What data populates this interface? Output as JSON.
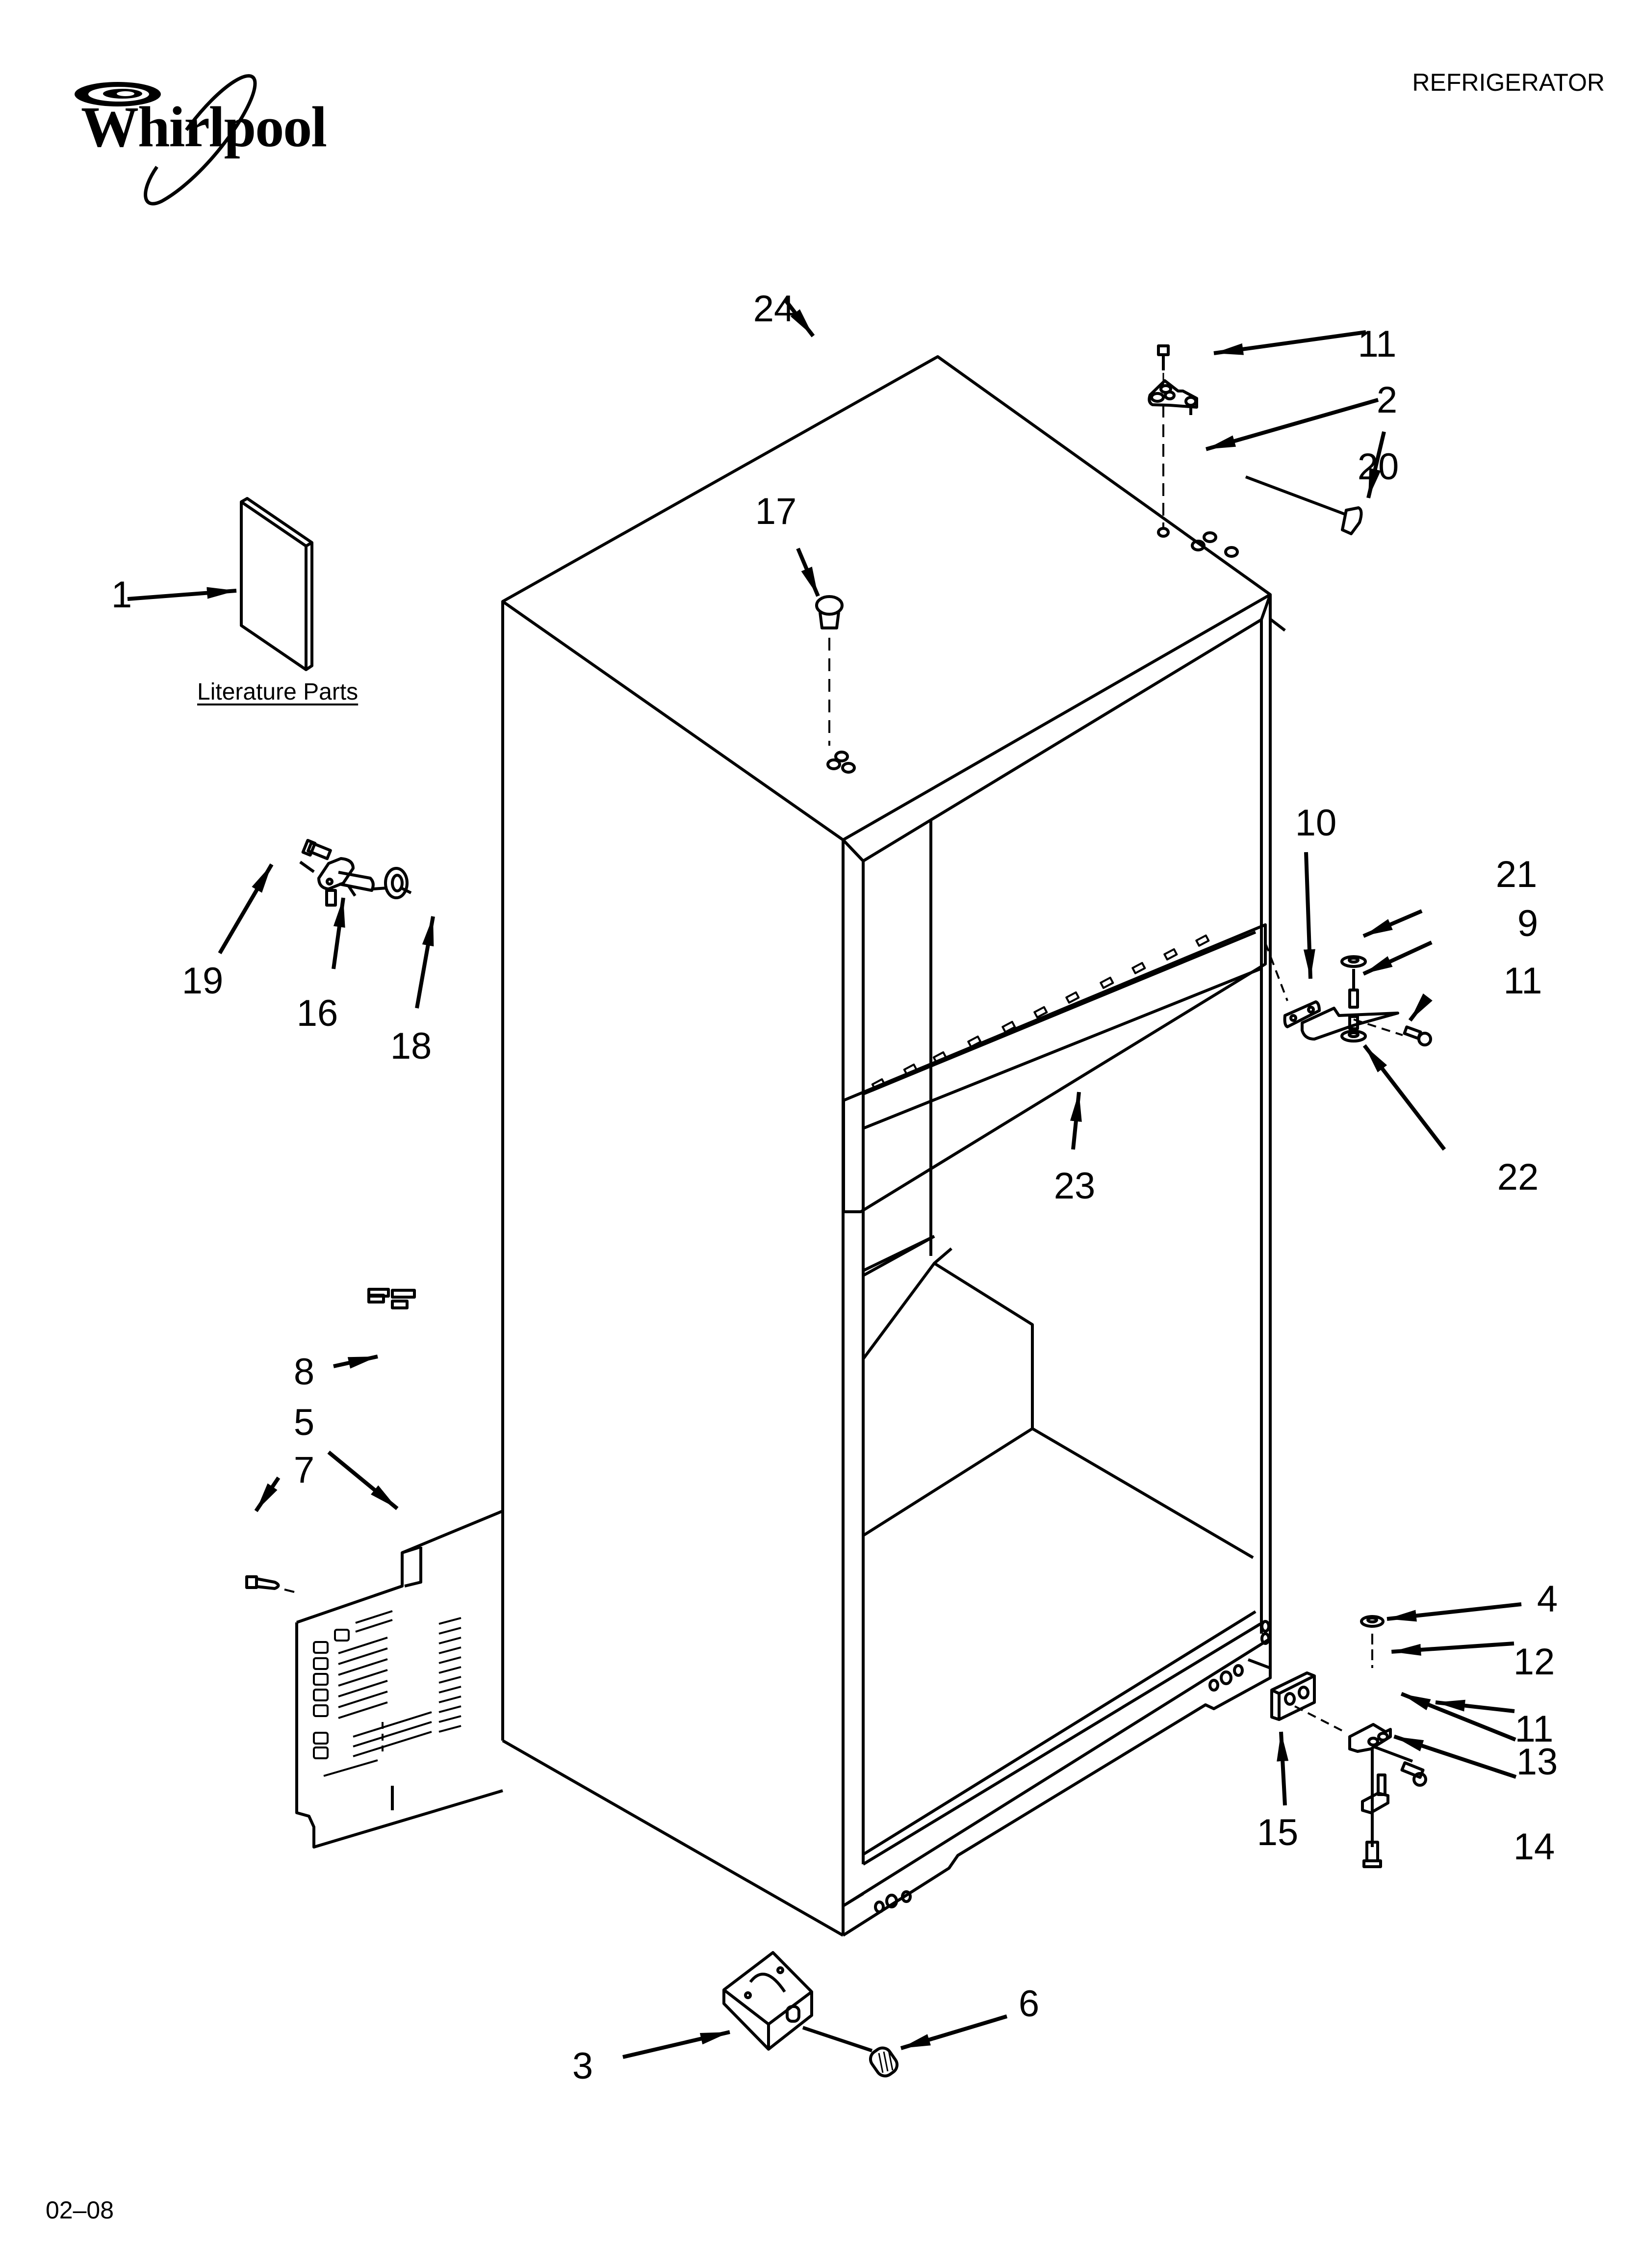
{
  "header": {
    "brand_name": "Whirlpool",
    "document_type": "REFRIGERATOR"
  },
  "footer": {
    "revision_code": "02–08"
  },
  "literature": {
    "label": "Literature Parts"
  },
  "diagram": {
    "subject": "Refrigerator cabinet parts (exploded view)",
    "callouts": [
      {
        "id": "c24",
        "label": "24",
        "part": "cabinet"
      },
      {
        "id": "c11a",
        "label": "11",
        "part": "screw (top hinge)"
      },
      {
        "id": "c2",
        "label": "2",
        "part": "top hinge"
      },
      {
        "id": "c20",
        "label": "20",
        "part": "hinge cap"
      },
      {
        "id": "c17",
        "label": "17",
        "part": "plug (top)"
      },
      {
        "id": "c1",
        "label": "1",
        "part": "literature"
      },
      {
        "id": "c10",
        "label": "10",
        "part": "center hinge shim"
      },
      {
        "id": "c21",
        "label": "21",
        "part": "washer (upper)"
      },
      {
        "id": "c9",
        "label": "9",
        "part": "center hinge"
      },
      {
        "id": "c11b",
        "label": "11",
        "part": "screw (center hinge)"
      },
      {
        "id": "c22",
        "label": "22",
        "part": "washer (lower)"
      },
      {
        "id": "c23",
        "label": "23",
        "part": "mullion / center rail"
      },
      {
        "id": "c19",
        "label": "19",
        "part": "screw (door stop)"
      },
      {
        "id": "c16",
        "label": "16",
        "part": "door stop bracket"
      },
      {
        "id": "c18",
        "label": "18",
        "part": "bumper"
      },
      {
        "id": "c8",
        "label": "8",
        "part": "clip"
      },
      {
        "id": "c5",
        "label": "5",
        "part": "rear access panel"
      },
      {
        "id": "c7",
        "label": "7",
        "part": "screw (panel)"
      },
      {
        "id": "c4",
        "label": "4",
        "part": "washer (bottom hinge)"
      },
      {
        "id": "c12",
        "label": "12",
        "part": "bottom hinge bracket"
      },
      {
        "id": "c11c",
        "label": "11",
        "part": "screw (bottom hinge)"
      },
      {
        "id": "c13",
        "label": "13",
        "part": "hinge pin"
      },
      {
        "id": "c14",
        "label": "14",
        "part": "screw (hinge pin)"
      },
      {
        "id": "c15",
        "label": "15",
        "part": "hinge shim"
      },
      {
        "id": "c3",
        "label": "3",
        "part": "leveling roller / caster"
      },
      {
        "id": "c6",
        "label": "6",
        "part": "leveling screw"
      }
    ]
  },
  "colors": {
    "ink": "#000000",
    "paper": "#ffffff"
  }
}
